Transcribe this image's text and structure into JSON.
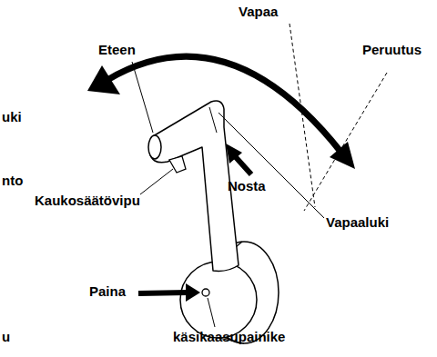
{
  "diagram": {
    "labels": [
      "Vapaa",
      "Eteen",
      "Peruutus",
      "uki",
      "nto",
      "Kaukosäätövipu",
      "Nosta",
      "Vapaaluki",
      "Paina",
      "käsikaasupainike",
      "u"
    ]
  }
}
